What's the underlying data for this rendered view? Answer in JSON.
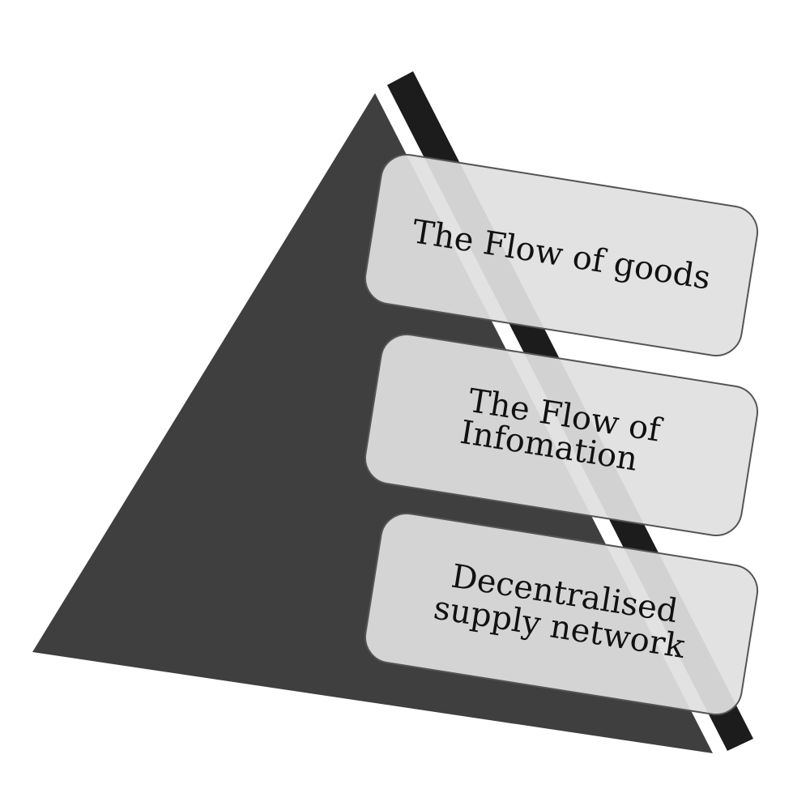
{
  "diagram": {
    "colors": {
      "pyramid": "#3f3f3f",
      "edge_band": "#1c1c1c",
      "box_fill": "#e0e0e0",
      "box_stroke": "#555555",
      "text": "#111111"
    },
    "layers": [
      {
        "id": "goods",
        "lines": [
          "The Flow of goods"
        ]
      },
      {
        "id": "information",
        "lines": [
          "The Flow of",
          "Infomation"
        ]
      },
      {
        "id": "network",
        "lines": [
          "Decentralised",
          "supply network"
        ]
      }
    ]
  }
}
